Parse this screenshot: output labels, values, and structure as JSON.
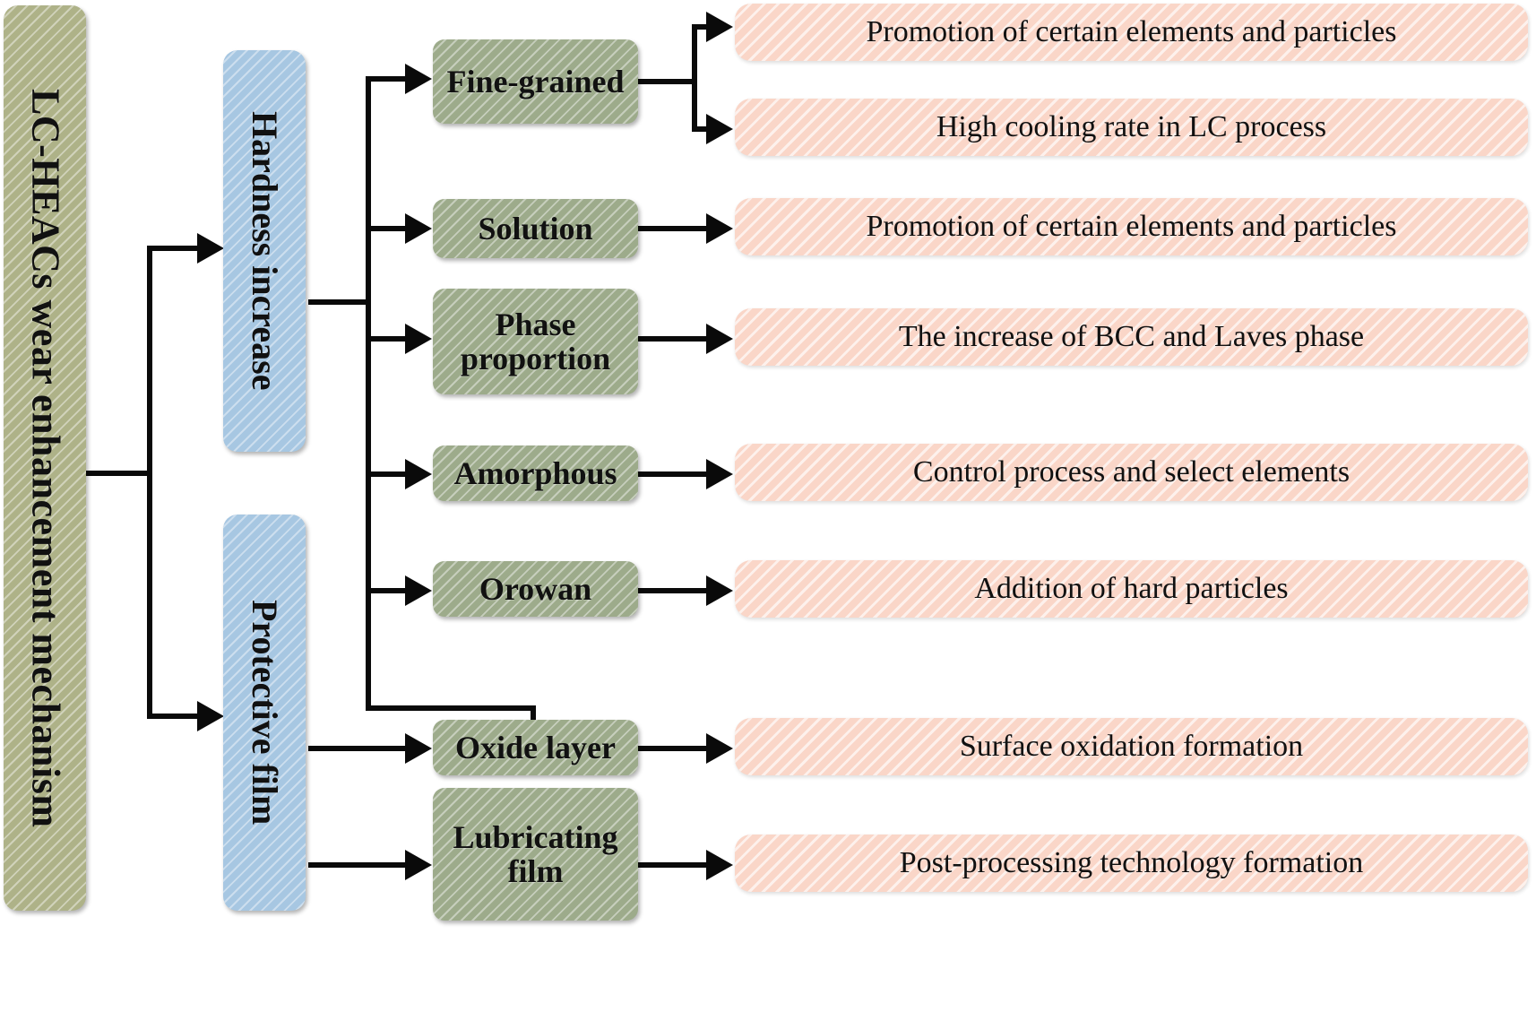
{
  "diagram": {
    "root": {
      "label": "LC-HEACs wear enhancement mechanism",
      "color": "#aeb288"
    },
    "categories": [
      {
        "id": "hardness",
        "label": "Hardness increase",
        "color": "#a7c7e2"
      },
      {
        "id": "film",
        "label": "Protective film",
        "color": "#a7c7e2"
      }
    ],
    "mechanisms": [
      {
        "id": "fine-grained",
        "label": "Fine-grained",
        "color": "#9dab8b"
      },
      {
        "id": "solution",
        "label": "Solution",
        "color": "#9dab8b"
      },
      {
        "id": "phase-proportion",
        "label": "Phase proportion",
        "color": "#9dab8b"
      },
      {
        "id": "amorphous",
        "label": "Amorphous",
        "color": "#9dab8b"
      },
      {
        "id": "orowan",
        "label": "Orowan",
        "color": "#9dab8b"
      },
      {
        "id": "oxide-layer",
        "label": "Oxide layer",
        "color": "#9dab8b"
      },
      {
        "id": "lubricating-film",
        "label": "Lubricating film",
        "color": "#9dab8b"
      }
    ],
    "causes": [
      {
        "id": "cause-1",
        "label": "Promotion of certain elements and particles",
        "color": "#fad6c8"
      },
      {
        "id": "cause-2",
        "label": "High cooling rate in LC process",
        "color": "#fad6c8"
      },
      {
        "id": "cause-3",
        "label": "Promotion of certain elements and particles",
        "color": "#fad6c8"
      },
      {
        "id": "cause-4",
        "label": "The increase of BCC and Laves phase",
        "color": "#fad6c8"
      },
      {
        "id": "cause-5",
        "label": "Control process and select elements",
        "color": "#fad6c8"
      },
      {
        "id": "cause-6",
        "label": "Addition of hard particles",
        "color": "#fad6c8"
      },
      {
        "id": "cause-7",
        "label": "Surface oxidation formation",
        "color": "#fad6c8"
      },
      {
        "id": "cause-8",
        "label": "Post-processing technology formation",
        "color": "#fad6c8"
      }
    ]
  }
}
